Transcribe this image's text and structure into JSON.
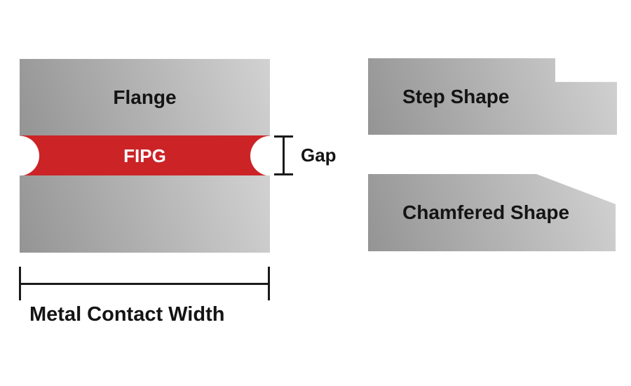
{
  "colors": {
    "background": "#ffffff",
    "metal_gradient_dark": "#949494",
    "metal_gradient_light": "#d2d2d2",
    "fipg_red": "#cc2326",
    "label_text": "#141414",
    "fipg_text": "#ffffff",
    "dimension_line": "#1a1a1a"
  },
  "left_assembly": {
    "upper_flange_label": "Flange",
    "gasket_label": "FIPG",
    "gap_dimension_label": "Gap",
    "width_dimension_label": "Metal Contact Width"
  },
  "right_shapes": {
    "step_shape_label": "Step Shape",
    "chamfered_shape_label": "Chamfered Shape"
  }
}
